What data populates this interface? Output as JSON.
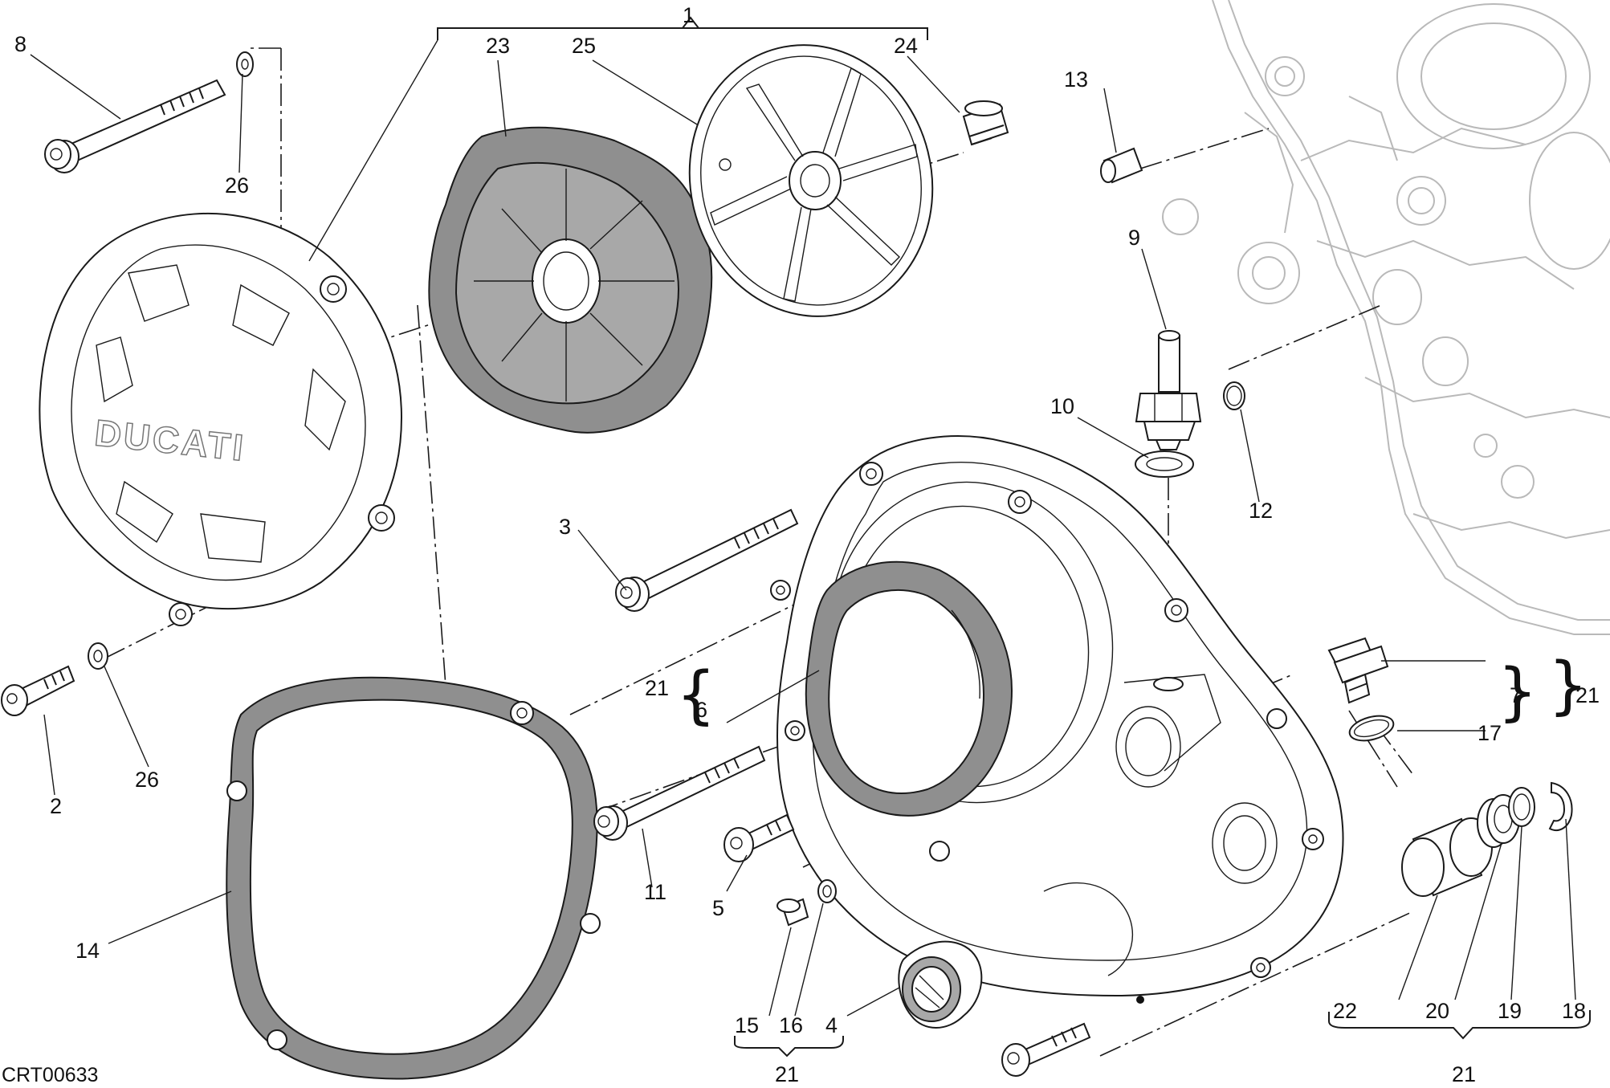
{
  "diagram": {
    "drawing_code": "CRT00633",
    "brand_text": "DUCATI",
    "callouts": {
      "c1": "1",
      "c2": "2",
      "c3": "3",
      "c4": "4",
      "c5": "5",
      "c6": "6",
      "c7": "7",
      "c8": "8",
      "c9": "9",
      "c10": "10",
      "c11": "11",
      "c12": "12",
      "c13": "13",
      "c14": "14",
      "c15": "15",
      "c16": "16",
      "c17": "17",
      "c18": "18",
      "c19": "19",
      "c20": "20",
      "c22": "22",
      "c23": "23",
      "c24": "24",
      "c25": "25",
      "c26a": "26",
      "c26b": "26",
      "c21a": "21",
      "c21b": "21",
      "c21c": "21",
      "c21d": "21"
    }
  }
}
